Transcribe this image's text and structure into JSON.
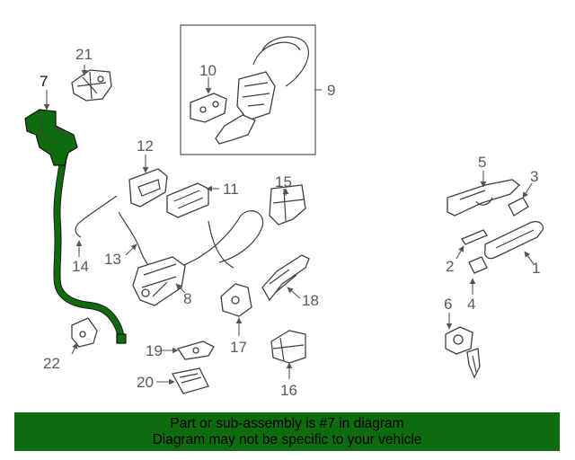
{
  "callouts": {
    "c1": "1",
    "c2": "2",
    "c3": "3",
    "c4": "4",
    "c5": "5",
    "c6": "6",
    "c7": "7",
    "c8": "8",
    "c9": "9",
    "c10": "10",
    "c11": "11",
    "c12": "12",
    "c13": "13",
    "c14": "14",
    "c15": "15",
    "c16": "16",
    "c17": "17",
    "c18": "18",
    "c19": "19",
    "c20": "20",
    "c21": "21",
    "c22": "22"
  },
  "highlight_color": "#0f6b0f",
  "highlighted_part": "7",
  "banner": {
    "line1": "Part or sub-assembly is #7 in diagram",
    "line2": "Diagram may not be specific to your vehicle"
  }
}
